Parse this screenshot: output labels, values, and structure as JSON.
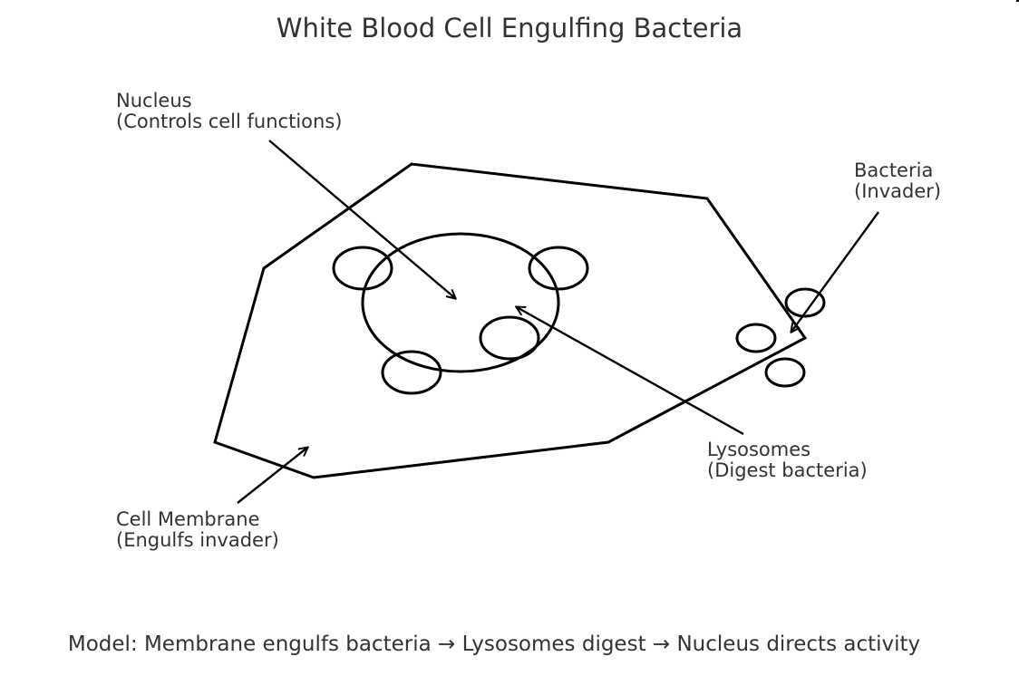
{
  "title": "White Blood Cell Engulfing Bacteria",
  "labels": {
    "nucleus": {
      "line1": "Nucleus",
      "line2": "(Controls cell functions)"
    },
    "bacteria": {
      "line1": "Bacteria",
      "line2": "(Invader)"
    },
    "lysosomes": {
      "line1": "Lysosomes",
      "line2": "(Digest bacteria)"
    },
    "membrane": {
      "line1": "Cell Membrane",
      "line2": "(Engulfs invader)"
    }
  },
  "caption": "Model: Membrane engulfs bacteria → Lysosomes digest → Nucleus directs activity",
  "colors": {
    "stroke": "#000000",
    "text": "#333333",
    "background": "#ffffff"
  }
}
